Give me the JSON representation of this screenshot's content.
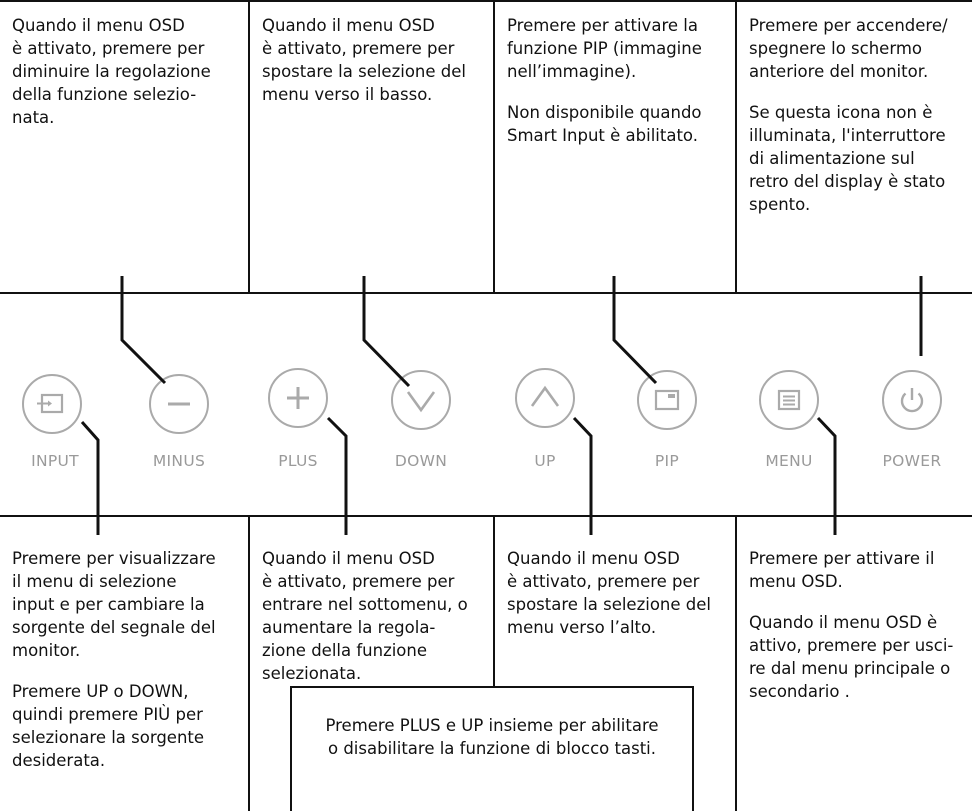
{
  "top_descriptions": [
    {
      "paragraphs": [
        "Quando il menu OSD\nè attivato, premere per\ndiminuire la regolazione\ndella funzione selezio-\nnata."
      ]
    },
    {
      "paragraphs": [
        "Quando il menu OSD\nè attivato, premere per\nspostare la selezione del\nmenu verso il basso."
      ]
    },
    {
      "paragraphs": [
        "Premere per attivare la\nfunzione PIP (immagine\nnell’immagine).",
        "Non disponibile quando\nSmart Input è abilitato."
      ]
    },
    {
      "paragraphs": [
        "Premere per accendere/\nspegnere lo schermo\nanteriore del monitor.",
        "Se questa icona non è\nilluminata, l'interruttore\ndi alimentazione sul\nretro del display è stato\nspento."
      ]
    }
  ],
  "buttons": [
    {
      "label": "INPUT",
      "icon": "input-icon"
    },
    {
      "label": "MINUS",
      "icon": "minus-icon"
    },
    {
      "label": "PLUS",
      "icon": "plus-icon"
    },
    {
      "label": "DOWN",
      "icon": "chevron-down-icon"
    },
    {
      "label": "UP",
      "icon": "chevron-up-icon"
    },
    {
      "label": "PIP",
      "icon": "pip-icon"
    },
    {
      "label": "MENU",
      "icon": "menu-icon"
    },
    {
      "label": "POWER",
      "icon": "power-icon"
    }
  ],
  "bottom_descriptions": [
    {
      "paragraphs": [
        "Premere per visualizzare\nil menu di selezione\ninput e per cambiare la\nsorgente del segnale del\nmonitor.",
        "Premere UP o DOWN,\nquindi premere PIÙ per\nselezionare la sorgente\ndesiderata."
      ]
    },
    {
      "paragraphs": [
        "Quando il menu OSD\nè attivato, premere per\nentrare nel sottomenu, o\naumentare la regola-\nzione della funzione\nselezionata."
      ]
    },
    {
      "paragraphs": [
        "Quando il menu OSD\nè attivato, premere per\nspostare la selezione del\nmenu verso l’alto."
      ]
    },
    {
      "paragraphs": [
        "Premere per attivare il\nmenu OSD.",
        "Quando il menu OSD è\nattivo, premere per usci-\nre dal menu principale o\nsecondario ."
      ]
    }
  ],
  "lock_note": "Premere PLUS e UP insieme per abilitare\no disabilitare la funzione di blocco tasti.",
  "colors": {
    "line": "#111111",
    "button_outline": "#aaaaaa",
    "label": "#9a9a9a"
  }
}
